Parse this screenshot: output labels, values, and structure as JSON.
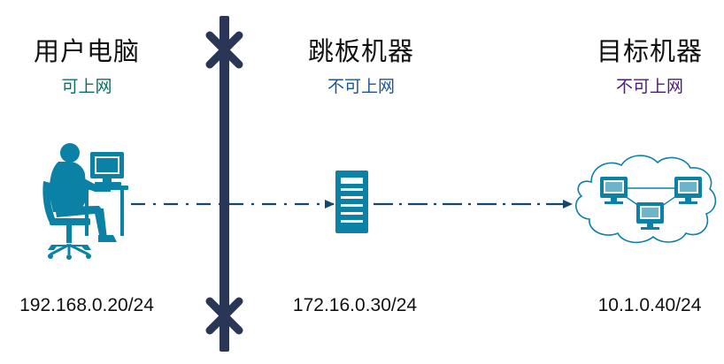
{
  "colors": {
    "wall": "#2a3656",
    "arrow": "#16466b",
    "icon": "#0b81a6",
    "cloud": "#0b81a6",
    "status_user": "#0d6f62",
    "status_jump": "#1c5590",
    "status_target": "#4a1c7a"
  },
  "nodes": {
    "user": {
      "title": "用户电脑",
      "status": "可上网",
      "ip": "192.168.0.20/24",
      "icon": "user-at-computer-icon"
    },
    "jump": {
      "title": "跳板机器",
      "status": "不可上网",
      "ip": "172.16.0.30/24",
      "icon": "server-tower-icon"
    },
    "target": {
      "title": "目标机器",
      "status": "不可上网",
      "ip": "10.1.0.40/24",
      "icon": "cloud-network-icon"
    }
  },
  "firewall": {
    "icon": "blocked-x-icon"
  }
}
